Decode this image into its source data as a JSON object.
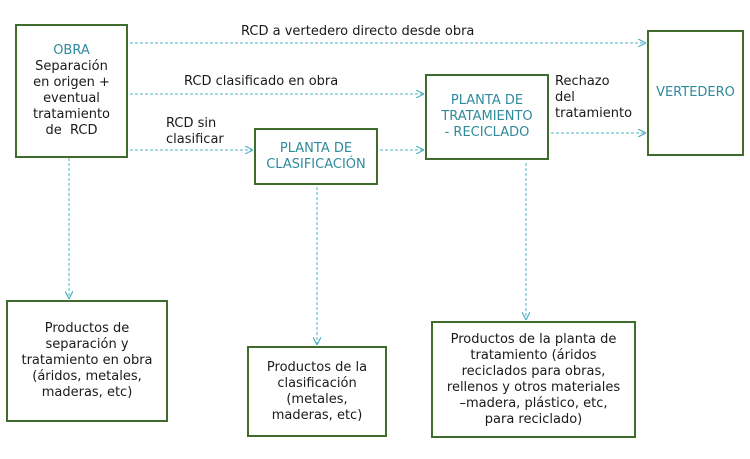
{
  "colors": {
    "box_border": "#3f6b2c",
    "box_title": "#2f8a9c",
    "arrow": "#4fb3c6",
    "text": "#1a1a1a"
  },
  "nodes": {
    "obra": {
      "title": "OBRA",
      "lines": [
        "Separación",
        "en origen +",
        "eventual",
        "tratamiento",
        "de  RCD"
      ]
    },
    "planta_clasificacion": {
      "lines": [
        "PLANTA DE",
        "CLASIFICACIÓN"
      ]
    },
    "planta_tratamiento": {
      "lines": [
        "PLANTA DE",
        "TRATAMIENTO",
        "- RECICLADO"
      ]
    },
    "vertedero": {
      "title": "VERTEDERO"
    },
    "productos_obra": {
      "lines": [
        "Productos de",
        "separación y",
        "tratamiento en obra",
        "(áridos, metales,",
        "maderas, etc)"
      ]
    },
    "productos_clasificacion": {
      "lines": [
        "Productos de la",
        "clasificación",
        "(metales,",
        "maderas, etc)"
      ]
    },
    "productos_tratamiento": {
      "lines": [
        "Productos de la planta de",
        "tratamiento (áridos",
        "reciclados para obras,",
        "rellenos y otros materiales",
        "–madera, plástico, etc,",
        "para reciclado)"
      ]
    }
  },
  "edges": {
    "rcd_directo": "RCD a vertedero directo desde obra",
    "rcd_clasificado": "RCD clasificado en obra",
    "rcd_sin_clasificar": [
      "RCD sin",
      "clasificar"
    ],
    "rechazo": [
      "Rechazo",
      "del",
      "tratamiento"
    ]
  }
}
